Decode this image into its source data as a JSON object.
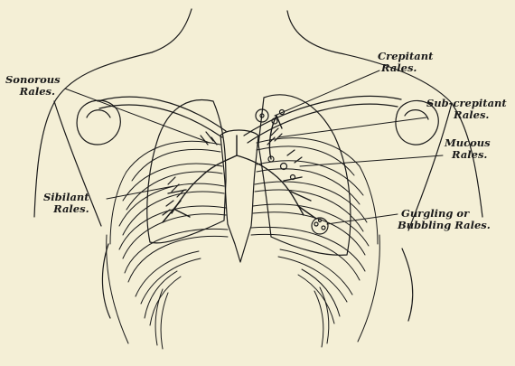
{
  "labels": {
    "sonorous": [
      "Sonorous",
      "Rales."
    ],
    "crepitant": [
      "Crepitant",
      "Rales."
    ],
    "sub_crepitant": [
      "Sub-crepitant",
      "Rales."
    ],
    "mucous": [
      "Mucous",
      "Rales."
    ],
    "sibilant": [
      "Sibilant",
      "Rales."
    ],
    "gurgling": [
      "Gurgling or",
      "Bubbling Rales."
    ]
  },
  "colors": {
    "paper": "#f4efd6",
    "ink": "#1a1a1a"
  }
}
